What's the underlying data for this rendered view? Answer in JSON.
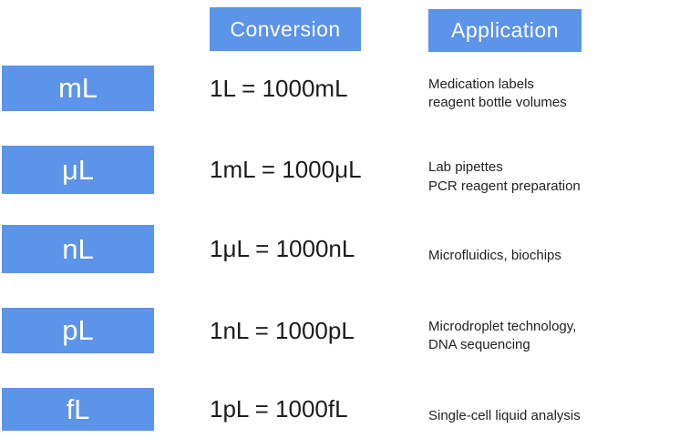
{
  "colors": {
    "accent_blue": "#5B94E8",
    "header_text": "#FFFFFF",
    "unit_text": "#FFFFFF",
    "body_text": "#1C1C1C",
    "background": "#FFFFFF"
  },
  "header": {
    "conversion_label": "Conversion",
    "application_label": "Application"
  },
  "rows": [
    {
      "unit": "mL",
      "conversion": "1L = 1000mL",
      "application_line1": "Medication labels",
      "application_line2": "reagent bottle volumes"
    },
    {
      "unit": "μL",
      "conversion": "1mL = 1000μL",
      "application_line1": "Lab pipettes",
      "application_line2": "PCR reagent preparation"
    },
    {
      "unit": "nL",
      "conversion": "1μL = 1000nL",
      "application_line1": "Microfluidics, biochips",
      "application_line2": ""
    },
    {
      "unit": "pL",
      "conversion": "1nL = 1000pL",
      "application_line1": "Microdroplet technology,",
      "application_line2": "DNA sequencing"
    },
    {
      "unit": "fL",
      "conversion": "1pL = 1000fL",
      "application_line1": "Single-cell liquid analysis",
      "application_line2": ""
    }
  ]
}
